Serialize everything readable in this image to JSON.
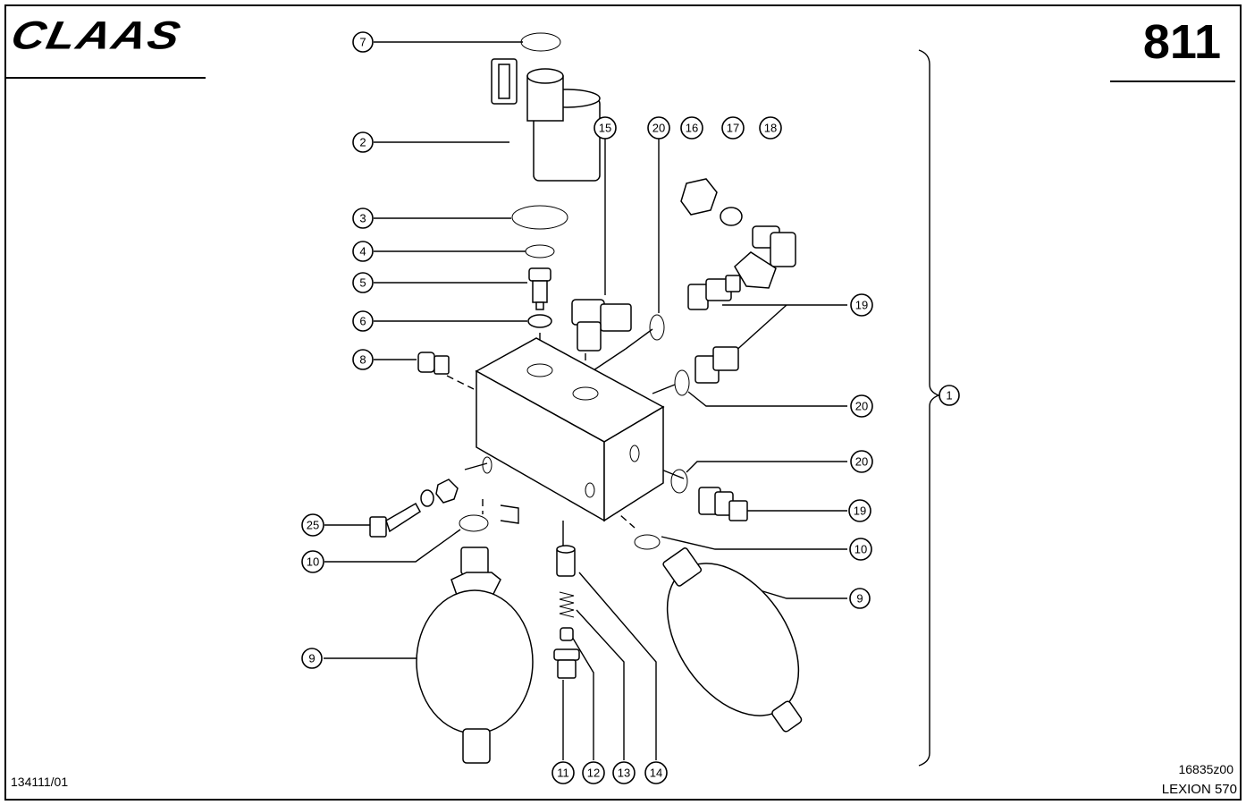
{
  "header": {
    "brand": "CLAAS",
    "page_number": "811"
  },
  "footer": {
    "document_id": "134111/01",
    "drawing_id": "16835z00",
    "model": "LEXION 570"
  },
  "callouts": [
    "1",
    "2",
    "3",
    "4",
    "5",
    "6",
    "7",
    "8",
    "9",
    "9",
    "10",
    "10",
    "11",
    "12",
    "13",
    "14",
    "15",
    "16",
    "17",
    "18",
    "19",
    "19",
    "20",
    "20",
    "20",
    "25"
  ]
}
